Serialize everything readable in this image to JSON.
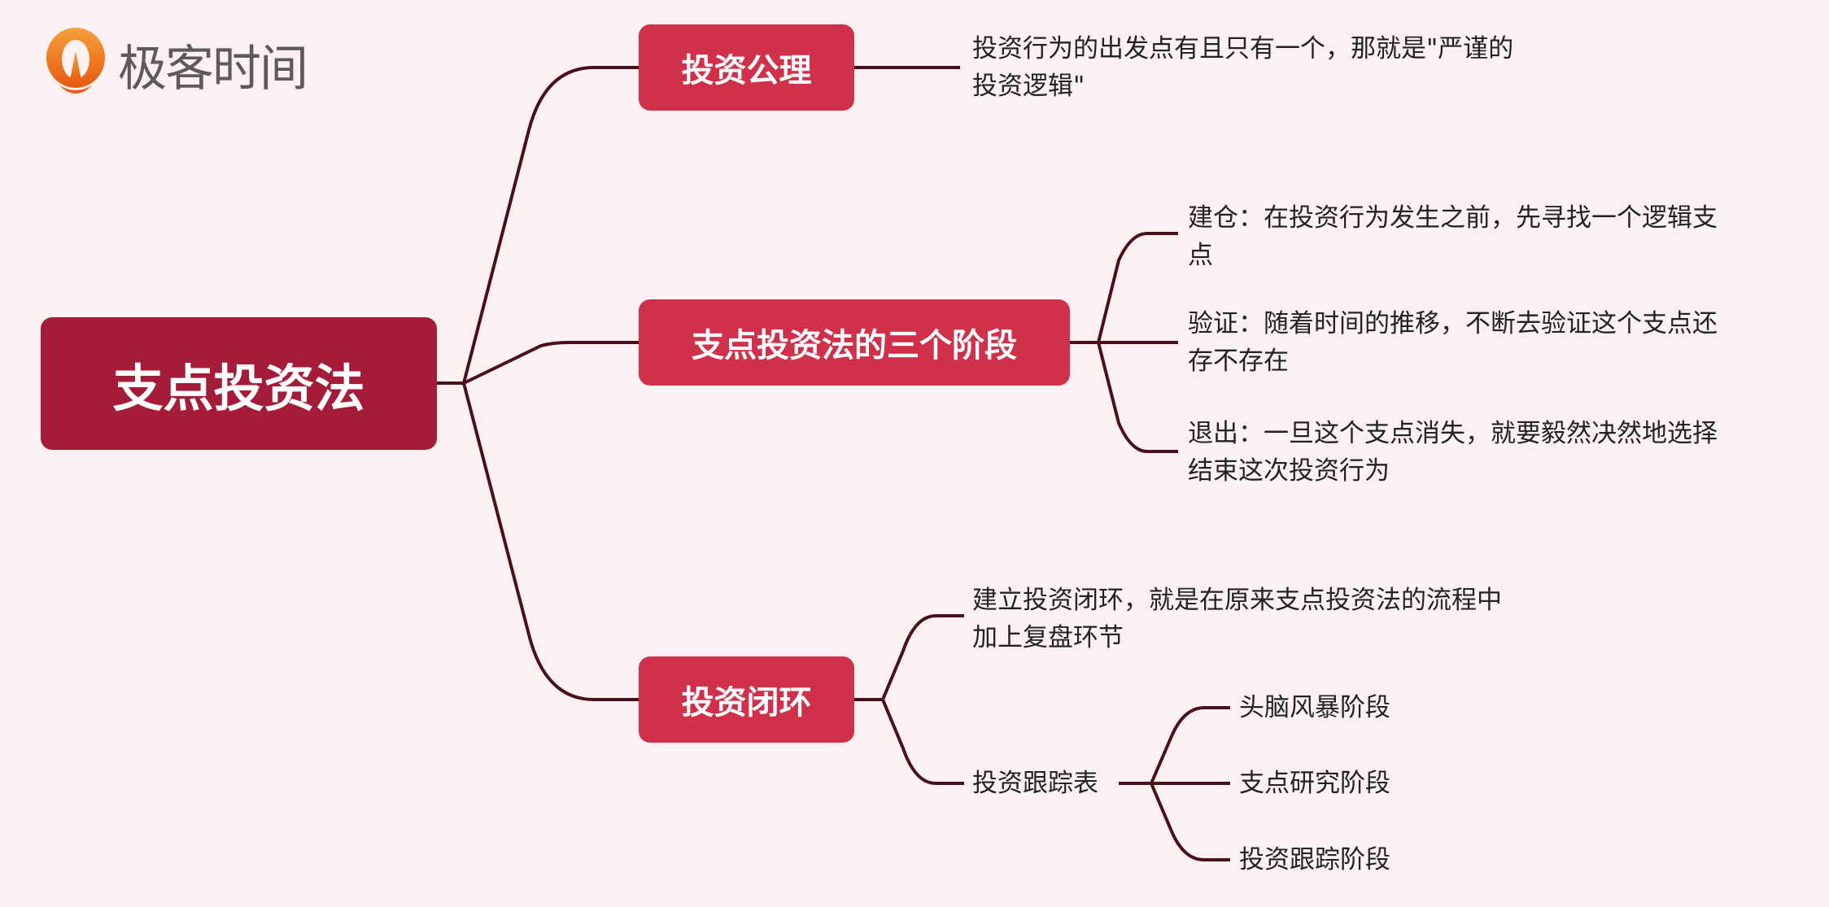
{
  "logo": {
    "text": "极客时间"
  },
  "root": {
    "label": "支点投资法"
  },
  "branches": [
    {
      "label": "投资公理",
      "children": [
        "投资行为的出发点有且只有一个，那就是\"严谨的",
        "投资逻辑\""
      ]
    },
    {
      "label": "支点投资法的三个阶段",
      "children": [
        [
          "建仓：在投资行为发生之前，先寻找一个逻辑支",
          "点"
        ],
        [
          "验证：随着时间的推移，不断去验证这个支点还",
          "存不存在"
        ],
        [
          "退出：一旦这个支点消失，就要毅然决然地选择",
          "结束这次投资行为"
        ]
      ]
    },
    {
      "label": "投资闭环",
      "children": [
        [
          "建立投资闭环，就是在原来支点投资法的流程中",
          "加上复盘环节"
        ],
        {
          "label": "投资跟踪表",
          "children": [
            "头脑风暴阶段",
            "支点研究阶段",
            "投资跟踪阶段"
          ]
        }
      ]
    }
  ],
  "colors": {
    "background": "#fcf1f2",
    "root": "#a51c38",
    "node": "#d1304a",
    "line": "#4a1019"
  }
}
